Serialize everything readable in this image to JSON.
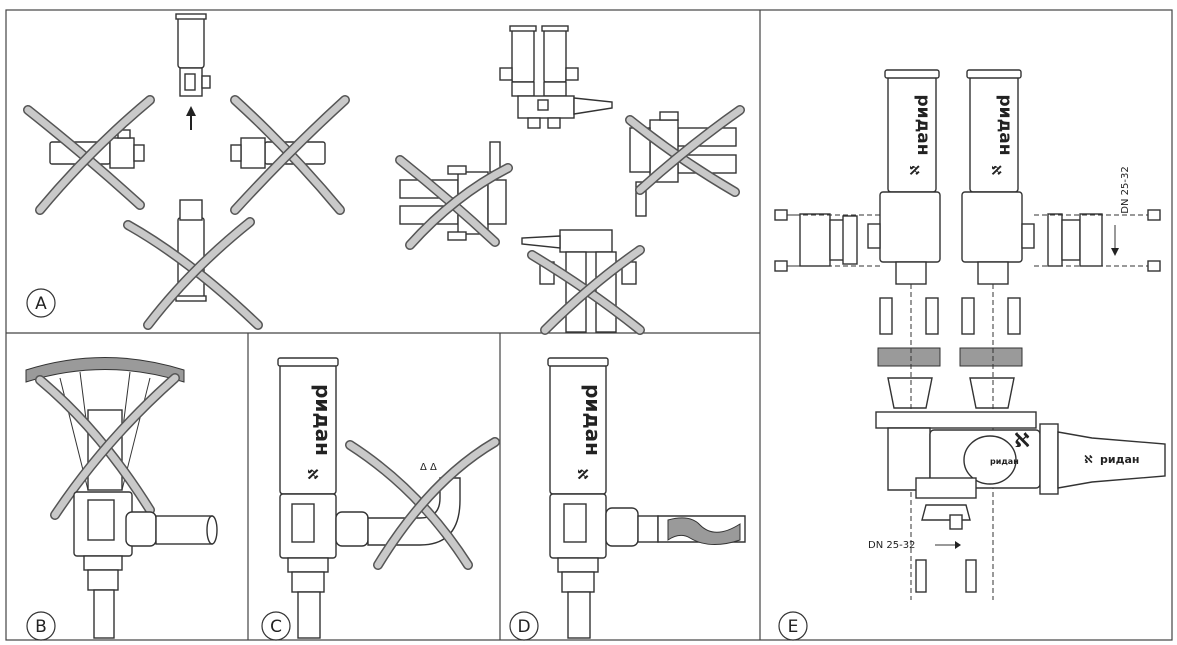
{
  "panels": {
    "a": {
      "label": "A"
    },
    "b": {
      "label": "B"
    },
    "c": {
      "label": "C"
    },
    "d": {
      "label": "D"
    },
    "e": {
      "label": "E"
    }
  },
  "brand": "ридан",
  "dimensions": {
    "dn_vertical": "DN 25-32",
    "dn_horizontal": "DN 25-32"
  },
  "drops": "Δ Δ"
}
